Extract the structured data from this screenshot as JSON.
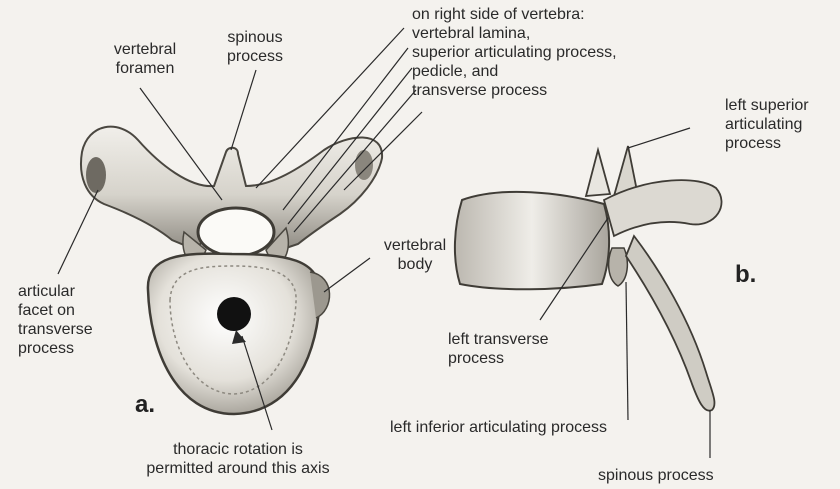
{
  "figure": {
    "panel_a_letter": "a.",
    "panel_b_letter": "b.",
    "labels": {
      "vertebral_foramen": [
        "vertebral",
        "foramen"
      ],
      "spinous_process_a": [
        "spinous",
        "process"
      ],
      "right_side": [
        "on right side of vertebra:",
        "vertebral lamina,",
        "superior articulating process,",
        "pedicle, and",
        "transverse process"
      ],
      "articular_facet": [
        "articular",
        "facet on",
        "transverse",
        "process"
      ],
      "thoracic_rotation": [
        "thoracic rotation is",
        "permitted around this axis"
      ],
      "vertebral_body": [
        "vertebral",
        "body"
      ],
      "left_superior": [
        "left superior",
        "articulating",
        "process"
      ],
      "left_transverse": [
        "left transverse",
        "process"
      ],
      "left_inferior": "left inferior articulating process",
      "spinous_process_b": "spinous process"
    }
  }
}
